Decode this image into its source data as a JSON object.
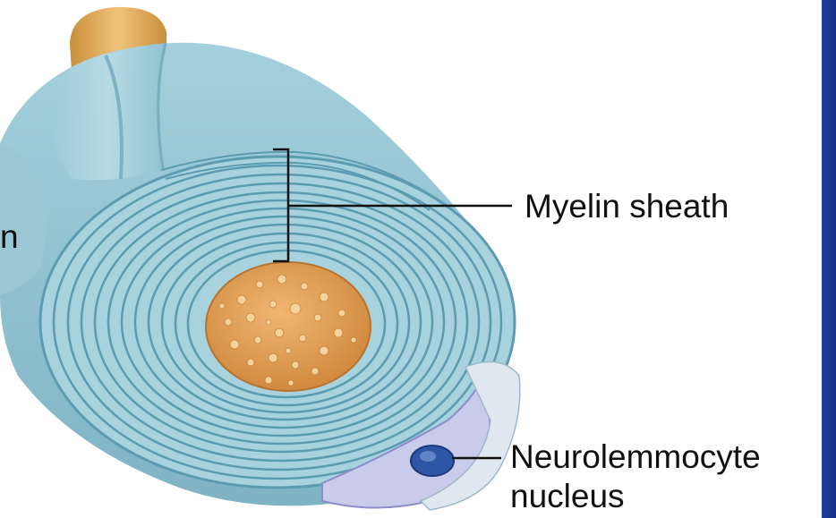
{
  "labels": {
    "partial_left": "n",
    "myelin_sheath": "Myelin sheath",
    "neurolemmocyte_line1": "Neurolemmocyte",
    "neurolemmocyte_line2": "nucleus"
  },
  "colors": {
    "sheath_fill": "#a9d3df",
    "sheath_dark": "#6fa8bb",
    "ring_line": "#4e8ea3",
    "axon_fill": "#e2a35a",
    "axon_dot": "#f3cf96",
    "nucleus": "#2f55a6",
    "cell_body": "#c8cbe8",
    "frame_blue": "#1f3f9a"
  },
  "icons": {
    "diagram": "myelinated-axon-cross-section-illustration"
  }
}
